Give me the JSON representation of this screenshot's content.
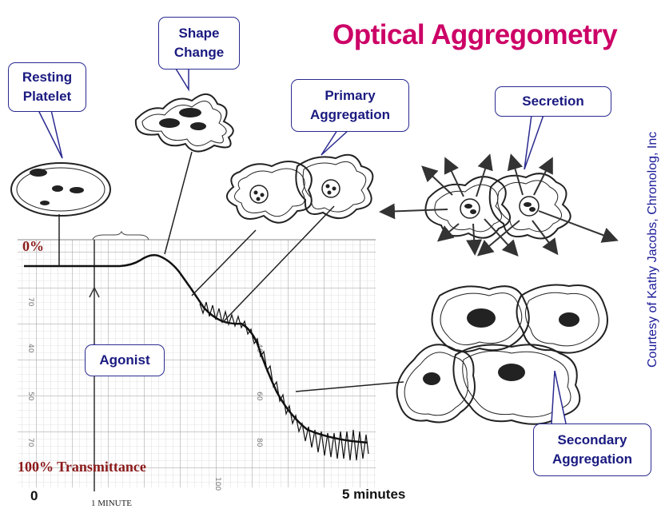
{
  "title": "Optical Aggregometry",
  "credit": "Courtesy of Kathy Jacobs, Chronolog, Inc",
  "callouts": {
    "resting": "Resting Platelet",
    "shape_change": "Shape Change",
    "primary": "Primary Aggregation",
    "secretion": "Secretion",
    "agonist": "Agonist",
    "secondary": "Secondary Aggregation"
  },
  "axis": {
    "top_label": "0%",
    "bottom_label": "100% Transmittance",
    "x_start": "0",
    "x_end": "5 minutes",
    "minute_marker": "1 MINUTE"
  },
  "colors": {
    "title": "#cc0066",
    "callout_text": "#1a1a80",
    "axis_red": "#8b1a1a"
  }
}
